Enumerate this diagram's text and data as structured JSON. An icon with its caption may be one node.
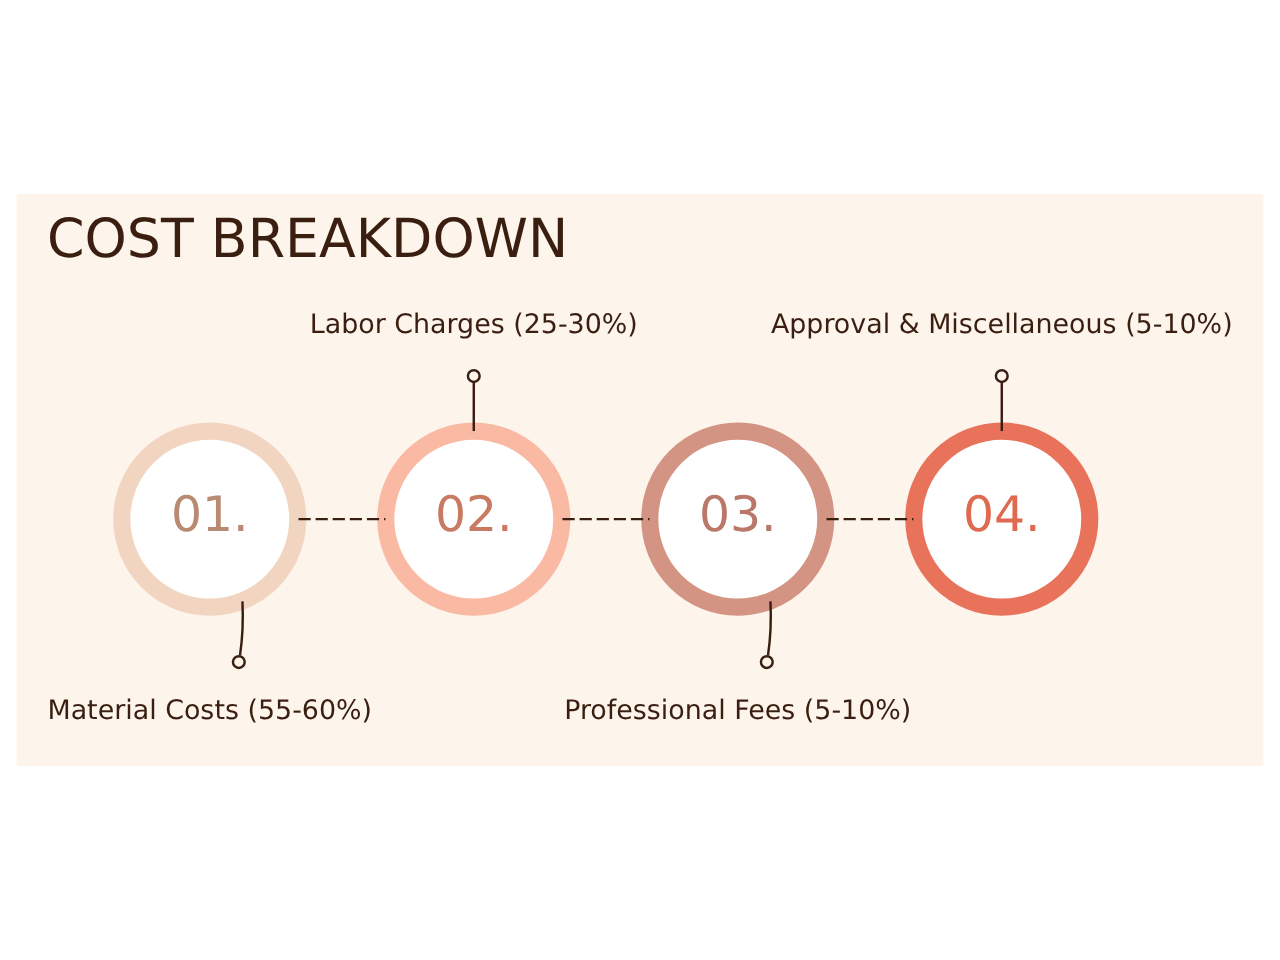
{
  "diagram": {
    "title": "COST BREAKDOWN",
    "nodes": [
      {
        "text": [
          "01."
        ]
      },
      {
        "text": [
          "02."
        ]
      },
      {
        "text": [
          "03."
        ]
      },
      {
        "text": [
          "04."
        ]
      },
      {
        "text": [
          "Material Costs (55-60%)"
        ]
      },
      {
        "text": [
          "Labor Charges (25-30%)"
        ]
      },
      {
        "text": [
          "Professional Fees (5-10%)"
        ]
      },
      {
        "text": [
          "Approval & Miscellaneous (5-10%)"
        ]
      }
    ],
    "edges": [
      {
        "from": 0,
        "to": 1,
        "arrow": "none",
        "style": "dashed"
      },
      {
        "from": 1,
        "to": 2,
        "arrow": "none",
        "style": "dashed"
      },
      {
        "from": 2,
        "to": 3,
        "arrow": "none",
        "style": "dashed"
      },
      {
        "from": 4,
        "to": 0,
        "arrow": "other"
      },
      {
        "from": 5,
        "to": 1,
        "arrow": "other"
      },
      {
        "from": 6,
        "to": 2,
        "arrow": "other"
      },
      {
        "from": 7,
        "to": 3,
        "arrow": "other"
      }
    ]
  }
}
